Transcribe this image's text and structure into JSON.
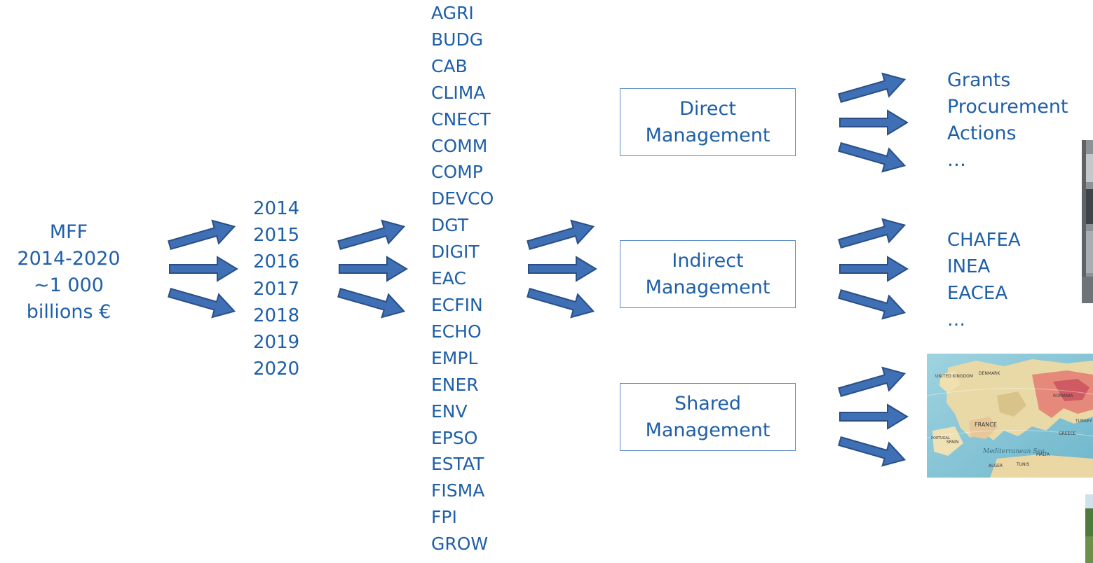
{
  "mff": {
    "line1": "MFF",
    "line2": "2014-2020",
    "line3": "~1 000",
    "line4": "billions €"
  },
  "years": [
    "2014",
    "2015",
    "2016",
    "2017",
    "2018",
    "2019",
    "2020"
  ],
  "dgs": [
    "AGRI",
    "BUDG",
    "CAB",
    "CLIMA",
    "CNECT",
    "COMM",
    "COMP",
    "DEVCO",
    "DGT",
    "DIGIT",
    "EAC",
    "ECFIN",
    "ECHO",
    "EMPL",
    "ENER",
    "ENV",
    "EPSO",
    "ESTAT",
    "FISMA",
    "FPI",
    "GROW"
  ],
  "management": {
    "direct": {
      "line1": "Direct",
      "line2": "Management"
    },
    "indirect": {
      "line1": "Indirect",
      "line2": "Management"
    },
    "shared": {
      "line1": "Shared",
      "line2": "Management"
    }
  },
  "direct_outputs": [
    "Grants",
    "Procurement",
    "Actions",
    "…"
  ],
  "indirect_outputs": [
    "CHAFEA",
    "INEA",
    "EACEA",
    "…"
  ],
  "map_labels": [
    "UNITED KINGDOM",
    "DENMARK",
    "FRANCE",
    "SPAIN",
    "PORTUGAL",
    "Mediterranean Sea",
    "ALGER",
    "TUNIS",
    "MALTA",
    "ROMANIA",
    "GREECE",
    "TURKEY"
  ],
  "colors": {
    "text": "#1f5fa8",
    "arrow_fill": "#3f6fb4",
    "arrow_stroke": "#2a4f86",
    "box_border": "#5b8ac4"
  }
}
